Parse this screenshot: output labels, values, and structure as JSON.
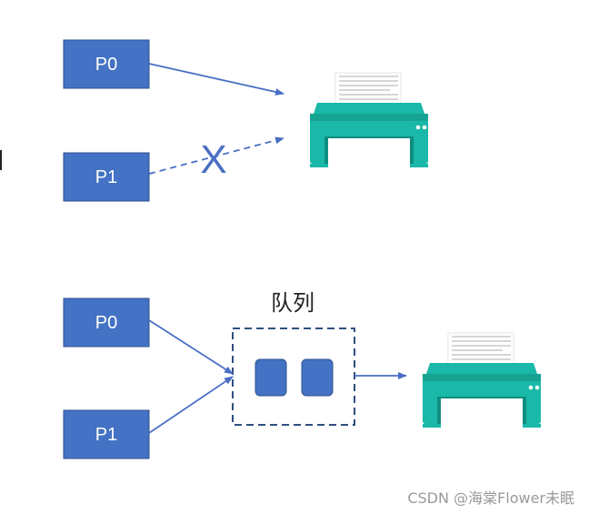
{
  "top_scene": {
    "processes": [
      {
        "label": "P0"
      },
      {
        "label": "P1"
      }
    ],
    "blocked_mark": "X"
  },
  "bottom_scene": {
    "processes": [
      {
        "label": "P0"
      },
      {
        "label": "P1"
      }
    ],
    "queue_label": "队列"
  },
  "watermark": "CSDN @海棠Flower未眠",
  "colors": {
    "process_fill": "#4472c4",
    "arrow": "#4a6fc4",
    "printer": "#1ab8a8",
    "queue_border": "#2f4f7f"
  }
}
